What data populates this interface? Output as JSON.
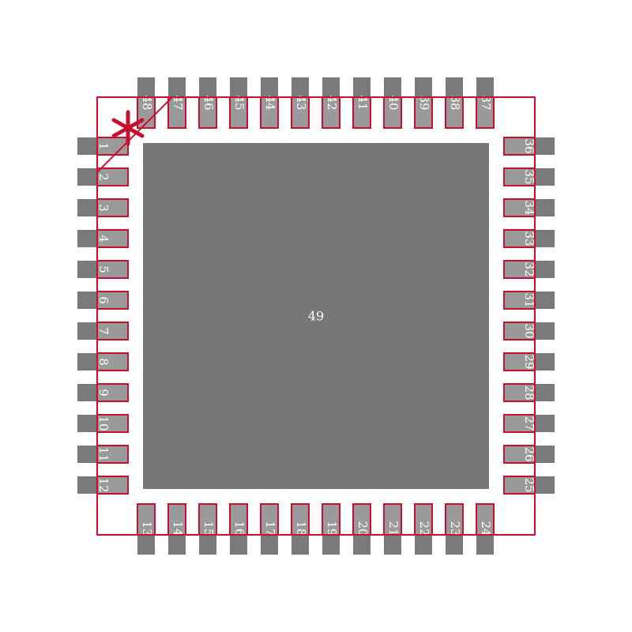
{
  "colors": {
    "background": "#ffffff",
    "pad_fill": "#7a7a7a",
    "pad_tab": "#9a9a9a",
    "outline": "#c8102e",
    "text": "#ffffff",
    "thermal_pad": "#777777"
  },
  "component": {
    "pin_count_per_side": 12,
    "left_pins": [
      "1",
      "2",
      "3",
      "4",
      "5",
      "6",
      "7",
      "8",
      "9",
      "10",
      "11",
      "12"
    ],
    "bottom_pins": [
      "13",
      "14",
      "15",
      "16",
      "17",
      "18",
      "19",
      "20",
      "21",
      "22",
      "23",
      "24"
    ],
    "right_pins": [
      "25",
      "26",
      "27",
      "28",
      "29",
      "30",
      "31",
      "32",
      "33",
      "34",
      "35",
      "36"
    ],
    "top_pins": [
      "37",
      "38",
      "39",
      "40",
      "41",
      "42",
      "43",
      "44",
      "45",
      "46",
      "47",
      "48"
    ],
    "thermal_pad_label": "49"
  },
  "pin1_marker": {
    "icon": "asterisk-icon"
  }
}
